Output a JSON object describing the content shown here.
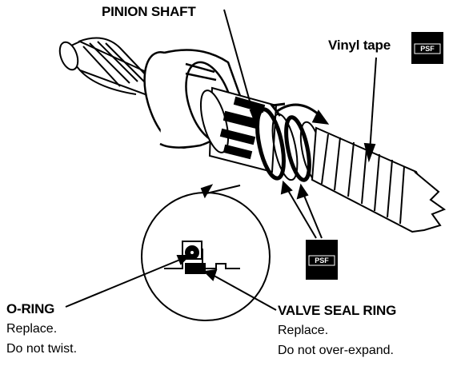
{
  "labels": {
    "pinion_shaft": "PINION SHAFT",
    "vinyl_tape": "Vinyl tape",
    "o_ring": {
      "title": "O-RING",
      "line1": "Replace.",
      "line2": "Do not twist."
    },
    "valve_seal_ring": {
      "title": "VALVE SEAL RING",
      "line1": "Replace.",
      "line2": "Do not over-expand."
    }
  },
  "psf_icons": [
    {
      "text": "PSF"
    },
    {
      "text": "PSF"
    }
  ],
  "colors": {
    "ink": "#000000",
    "paper": "#ffffff"
  }
}
